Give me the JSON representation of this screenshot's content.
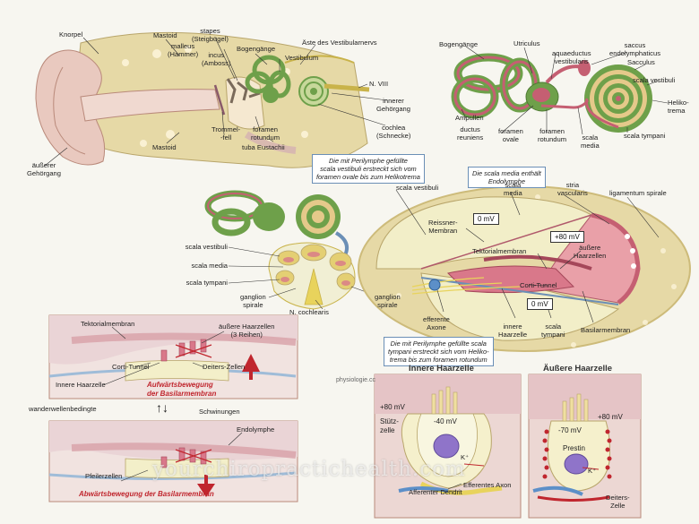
{
  "watermark": "yourchiropractichealth.com",
  "panel_outer_ear": {
    "knorpel": "Knorpel",
    "mastoid_top": "Mastoid",
    "malleus": "malleus\n(Hammer)",
    "stapes": "stapes\n(Steigbügel)",
    "incus": "incus\n(Amboss)",
    "bogengaenge": "Bogengänge",
    "vestibularnerv": "Äste des Vestibularnervs",
    "vestibulum": "Vestibulum",
    "n_viii": "N. VIII",
    "innerer_gehoergang": "innerer\nGehörgang",
    "cochlea": "cochlea\n(Schnecke)",
    "trommelfell": "Trommel-\n-fell",
    "foramen_rotundum": "foramen\nrotundum",
    "tuba": "tuba Eustachii",
    "mastoid_bottom": "Mastoid",
    "aeusserer_gehoergang": "äußerer\nGehörgang"
  },
  "panel_labyrinth": {
    "bogengaenge": "Bogengänge",
    "utriculus": "Utriculus",
    "saccus": "saccus\nendolymphaticus",
    "aqueductus": "aquaeductus\nvestibularis",
    "sacculus": "Sacculus",
    "scala_vestibuli": "scala vestibuli",
    "helikotrema": "Heliko-\ntrema",
    "ampullen": "Ampullen",
    "ductus": "ductus\nreuniens",
    "foramen_ovale": "foramen\novale",
    "foramen_rotundum": "foramen\nrotundum",
    "scala_media": "scala\nmedia",
    "scala_tympani": "scala tympani"
  },
  "panel_section": {
    "note_top": "Die mit Perilymphe gefüllte\nscala vestibuli erstreckt sich vom\nforamen ovale bis zum Helikotrema",
    "note_media": "Die scala media enthält\nEndolymphe",
    "note_bottom": "Die mit Perilymphe gefüllte scala\ntympani erstreckt sich vom Heliko-\ntrema bis zum foramen rotundum",
    "scala_vestibuli": "scala vestibuli",
    "scala_media": "scala\nmedia",
    "stria": "stria\nvascularis",
    "ligamentum": "ligamentum spirale",
    "potential_vestibuli": "0 mV",
    "potential_media": "+80 mV",
    "potential_tympani": "0 mV",
    "reissner": "Reissner-\nMembran",
    "tektorial": "Tektorialmembran",
    "aeussere_haarzellen": "äußere\nHaarzellen",
    "corti_tunnel": "Corti-Tunnel",
    "efferente": "efferente\nAxone",
    "innere_haarzelle": "innere\nHaarzelle",
    "scala_tympani": "scala\ntympani",
    "basilarmembran": "Basilarmembran",
    "cochlea_scala_vestibuli": "scala vestibuli",
    "cochlea_scala_media": "scala media",
    "cochlea_scala_tympani": "scala tympani",
    "ganglion_left": "ganglion\nspirale",
    "n_cochlearis": "N. cochlearis",
    "ganglion_right": "ganglion\nspirale"
  },
  "panel_wave": {
    "tektorial": "Tektorialmembran",
    "aeussere": "äußere Haarzellen\n(3 Reihen)",
    "corti_tunnel": "Corti-Tunnel",
    "deiters": "Deiters-Zellen",
    "innere_haarzelle": "Innere Haarzelle",
    "upward": "Aufwärtsbewegung\nder Basilarmembran",
    "wave_left": "wanderwellenbedingte",
    "wave_arrows": "↑↓",
    "wave_right": "Schwinungen",
    "endolymphe": "Endolymphe",
    "pfeilerzellen": "Pfeilerzellen",
    "downward": "Abwärtsbewegung der Basilarmembran"
  },
  "panel_inner_cell": {
    "title": "Innere Haarzelle",
    "physiologie": "physiologie.cc",
    "plus80": "+80 mV",
    "minus40": "-40 mV",
    "stuetzzelle": "Stütz-\nzelle",
    "kplus": "K⁺",
    "efferentes": "Efferentes Axon",
    "afferenter": "Afferenter Dendrit"
  },
  "panel_outer_cell": {
    "title": "Äußere Haarzelle",
    "plus80": "+80 mV",
    "minus70": "-70 mV",
    "prestin": "Prestin",
    "kplus": "K⁺",
    "deiters": "Deiters-\nZelle"
  },
  "colors": {
    "bone": "#e6d9a6",
    "bone_dark": "#cdbb7a",
    "labyrinth_green": "#6ea04a",
    "labyrinth_pink": "#c55f72",
    "skin": "#e9c9bf",
    "endolymph": "#f2eec8",
    "membrane_pink": "#d9788a",
    "red_text": "#c0262e",
    "note_border": "#6b8fb6",
    "cell_purple": "#8f74c9",
    "nerve_yellow": "#e8d35c"
  }
}
